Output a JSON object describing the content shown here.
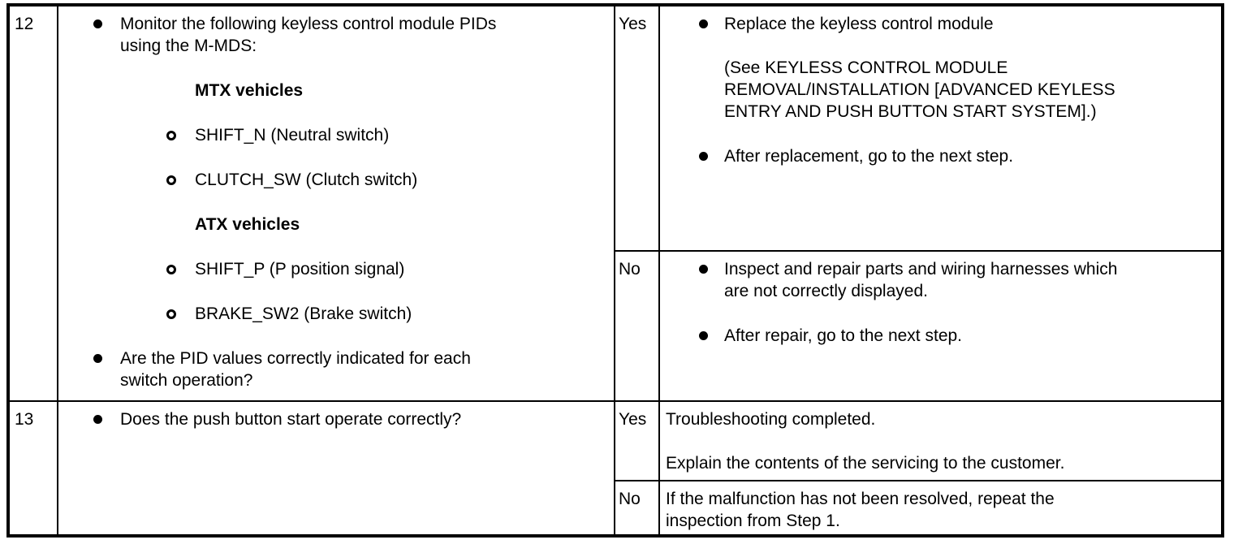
{
  "colors": {
    "background": "#ffffff",
    "text": "#000000",
    "border": "#000000"
  },
  "table": {
    "rows": [
      {
        "step": "12",
        "inspection_items": [
          {
            "type": "bullet",
            "text": "Monitor the following keyless control module PIDs\nusing the M-MDS:"
          },
          {
            "type": "heading",
            "text": "MTX vehicles"
          },
          {
            "type": "circle",
            "text": "SHIFT_N (Neutral switch)"
          },
          {
            "type": "circle",
            "text": "CLUTCH_SW (Clutch switch)"
          },
          {
            "type": "heading",
            "text": "ATX vehicles"
          },
          {
            "type": "circle",
            "text": "SHIFT_P (P position signal)"
          },
          {
            "type": "circle",
            "text": "BRAKE_SW2 (Brake switch)"
          },
          {
            "type": "bullet",
            "text": "Are the PID values correctly indicated for each\nswitch operation?"
          }
        ],
        "results": [
          {
            "label": "Yes",
            "actions": [
              {
                "text": "Replace the keyless control module",
                "sub": "(See KEYLESS CONTROL MODULE\nREMOVAL/INSTALLATION [ADVANCED KEYLESS\nENTRY AND PUSH BUTTON START SYSTEM].)"
              },
              {
                "text": "After replacement, go to the next step."
              }
            ]
          },
          {
            "label": "No",
            "actions": [
              {
                "text": "Inspect and repair parts and wiring harnesses which\nare not correctly displayed."
              },
              {
                "text": "After repair, go to the next step."
              }
            ]
          }
        ]
      },
      {
        "step": "13",
        "inspection_items": [
          {
            "type": "bullet",
            "text": "Does the push button start operate correctly?"
          }
        ],
        "results": [
          {
            "label": "Yes",
            "lines": [
              "Troubleshooting completed.",
              "Explain the contents of the servicing to the customer."
            ]
          },
          {
            "label": "No",
            "lines": [
              "If the malfunction has not been resolved, repeat the\ninspection from Step 1."
            ]
          }
        ]
      }
    ]
  }
}
